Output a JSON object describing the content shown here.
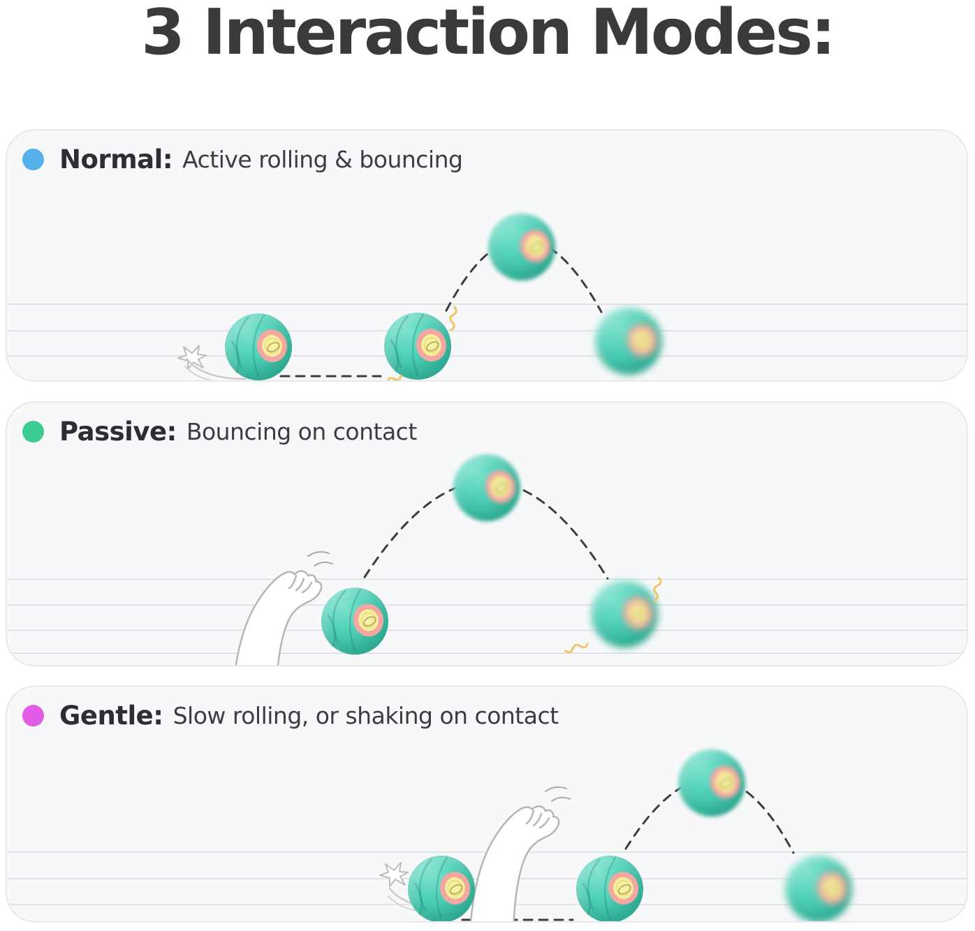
{
  "title": "3 Interaction Modes:",
  "modes": [
    {
      "label": "Normal:",
      "description": "Active rolling & bouncing",
      "dot_color": "#56b0ea"
    },
    {
      "label": "Passive:",
      "description": "Bouncing on contact",
      "dot_color": "#3ecb92"
    },
    {
      "label": "Gentle:",
      "description": "Slow rolling, or shaking on contact",
      "dot_color": "#e25ce6"
    }
  ],
  "colors": {
    "title_text": "#3a3a3c",
    "panel_background": "#f7f8f9",
    "panel_border": "#e9e9ec",
    "floor_line": "#e3e3e7",
    "trajectory_dash": "#3d3d3d",
    "squiggle_yellow": "#eec86e",
    "ball_teal": "#49ccb3",
    "ball_ring_pink": "#f2a7a1",
    "ball_center_yellow": "#f6f3a0",
    "paw_line": "#b5b5b5"
  },
  "icons": {
    "mode_dot": "filled-circle",
    "impact_star": "burst-star",
    "motion_swoosh": "curved-swoosh",
    "vibration_squiggle": "zigzag-wave",
    "cat_paw": "cat-paw-line-art"
  }
}
